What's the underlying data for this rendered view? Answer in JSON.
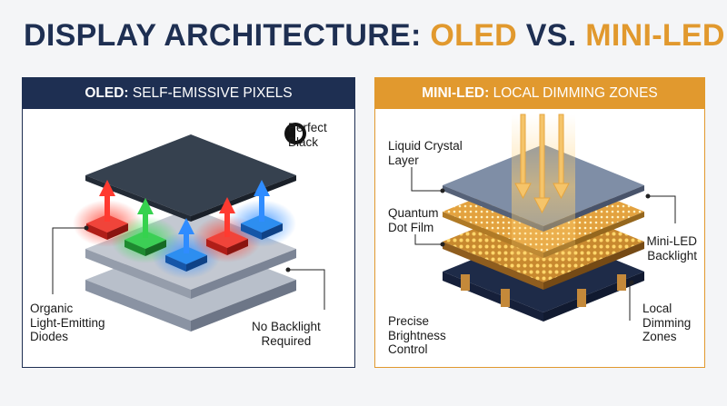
{
  "title": {
    "part1": "DISPLAY ARCHITECTURE: ",
    "part2": "OLED",
    "part3": " VS. ",
    "part4": "MINI-LED"
  },
  "oled": {
    "header_bold": "OLED:",
    "header_rest": " SELF-EMISSIVE PIXELS",
    "perfect_black": [
      "Perfect",
      "Black"
    ],
    "organic_label": [
      "Organic",
      "Light-Emitting",
      "Diodes"
    ],
    "no_backlight_label": [
      "No Backlight",
      "Required"
    ]
  },
  "miniled": {
    "header_bold": "MINI-LED:",
    "header_rest": " LOCAL DIMMING ZONES",
    "liquid_crystal_label": [
      "Liquid Crystal",
      "Layer"
    ],
    "quantum_dot_label": [
      "Quantum",
      "Dot Film"
    ],
    "backlight_label": [
      "Mini-LED",
      "Backlight"
    ],
    "precise_label": [
      "Precise",
      "Brightness",
      "Control"
    ],
    "local_dimming_label": [
      "Local",
      "Dimming",
      "Zones"
    ]
  },
  "colors": {
    "navy": "#1e2f52",
    "gold": "#e1992e",
    "red": "#e8322a",
    "green": "#2db84a",
    "blue": "#1f7de0"
  },
  "icons": [
    "half-moon-icon"
  ]
}
